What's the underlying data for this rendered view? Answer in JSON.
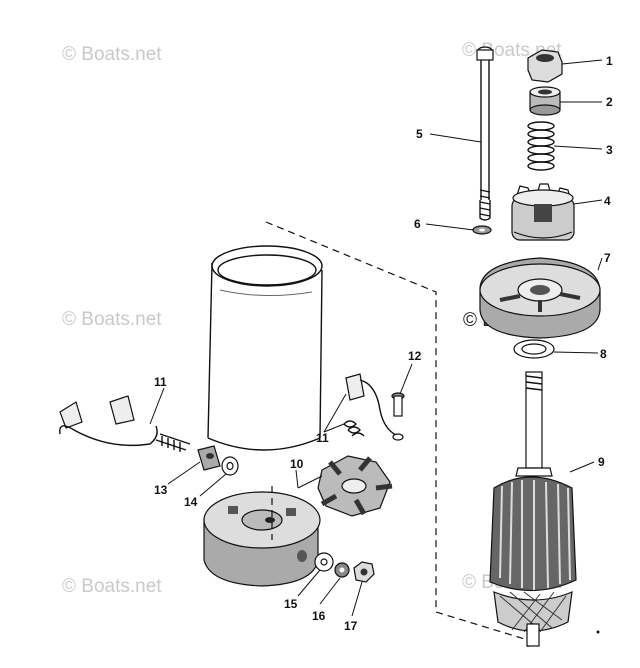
{
  "watermarks": [
    {
      "id": "wm1",
      "text": "© Boats.net",
      "style": "light"
    },
    {
      "id": "wm2",
      "text": "© Boats.net",
      "style": "light"
    },
    {
      "id": "wm3",
      "text": "© Boats.net",
      "style": "light"
    },
    {
      "id": "wm4",
      "text": "© Boats.net",
      "style": "dark"
    },
    {
      "id": "wm5",
      "text": "© Boats.net",
      "style": "light"
    },
    {
      "id": "wm6",
      "text": "© Boats.net",
      "style": "light"
    }
  ],
  "callouts": [
    "1",
    "2",
    "3",
    "4",
    "5",
    "6",
    "7",
    "8",
    "9",
    "10",
    "11",
    "11",
    "12",
    "13",
    "14",
    "15",
    "16",
    "17"
  ],
  "parts": [
    "nut",
    "collar",
    "spring",
    "drive-pinion",
    "through-bolt",
    "washer",
    "drive-end-cap",
    "thrust-washer",
    "armature",
    "brush-plate",
    "brush-set",
    "brush-spring-set",
    "screw",
    "terminal-nut",
    "lock-washer",
    "insulating-washer",
    "lock-washer-small",
    "hex-nut",
    "field-frame",
    "commutator-end-cap"
  ]
}
